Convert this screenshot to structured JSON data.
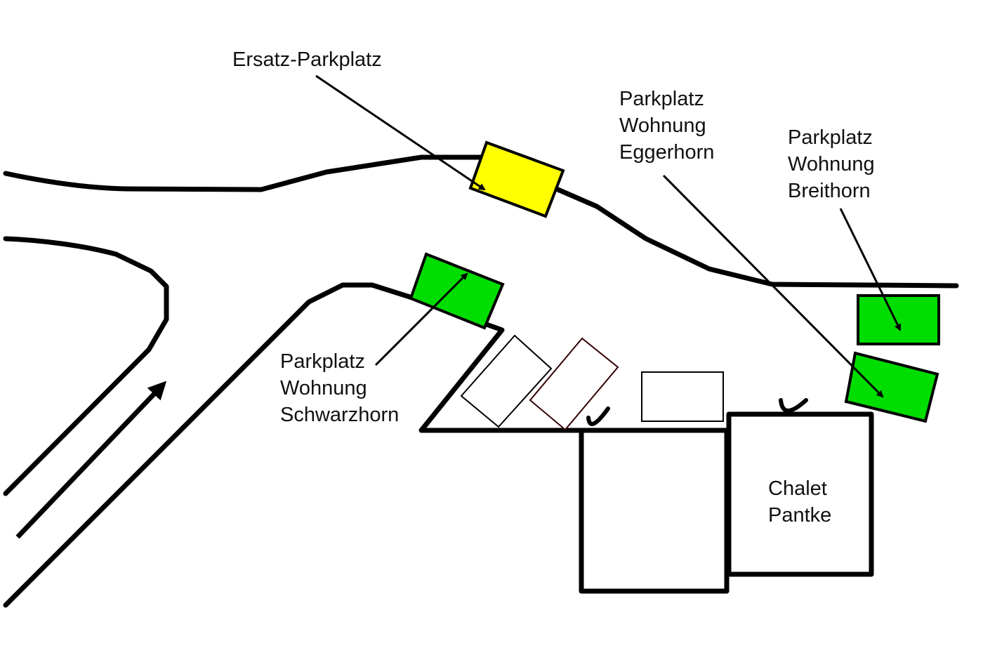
{
  "labels": {
    "ersatz": [
      "Ersatz-Parkplatz"
    ],
    "eggerhorn": [
      "Parkplatz",
      "Wohnung",
      "Eggerhorn"
    ],
    "breithorn": [
      "Parkplatz",
      "Wohnung",
      "Breithorn"
    ],
    "schwarzhorn": [
      "Parkplatz",
      "Wohnung",
      "Schwarzhorn"
    ],
    "chalet": [
      "Chalet",
      "Pantke"
    ]
  },
  "colors": {
    "road": "#000000",
    "replacement_parking": "#ffff00",
    "apartment_parking": "#00dd00",
    "other_parking": "#ffffff"
  }
}
